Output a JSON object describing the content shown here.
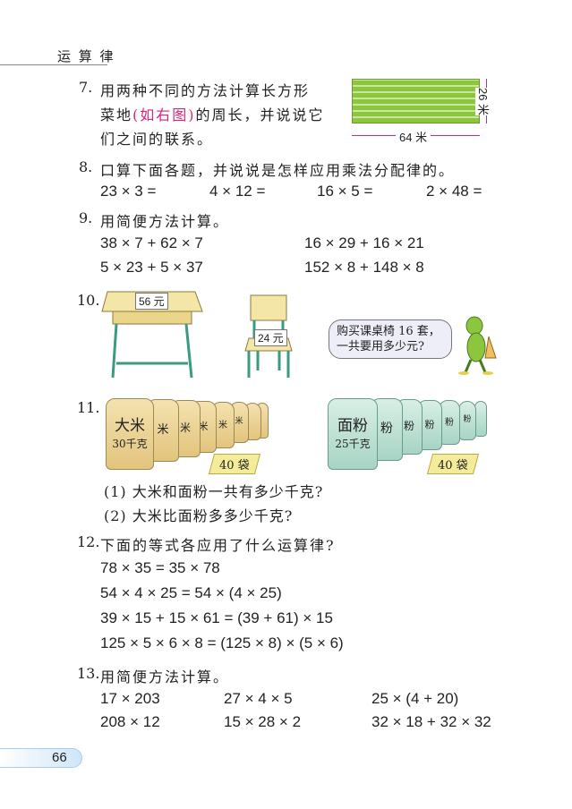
{
  "header": {
    "title": "运 算 律"
  },
  "p7": {
    "num": "7.",
    "line1": "用两种不同的方法计算长方形",
    "line2a": "菜地",
    "line2b": "(如右图)",
    "line2c": "的周长，并说说它",
    "line3": "们之间的联系。",
    "width_label": "64 米",
    "height_label": "26 米"
  },
  "p8": {
    "num": "8.",
    "text": "口算下面各题，并说说是怎样应用乘法分配律的。",
    "items": [
      "23 × 3 =",
      "4 × 12 =",
      "16 × 5 =",
      "2 × 48 ="
    ]
  },
  "p9": {
    "num": "9.",
    "text": "用简便方法计算。",
    "items": [
      "38 × 7 + 62 × 7",
      "16 × 29 + 16 × 21",
      "5 × 23 + 5 × 37",
      "152 × 8 + 148 × 8"
    ]
  },
  "p10": {
    "num": "10.",
    "desk_price": "56 元",
    "chair_price": "24 元",
    "bubble_line1": "购买课桌椅 16 套，",
    "bubble_line2": "一共要用多少元?"
  },
  "p11": {
    "num": "11.",
    "rice_name": "大米",
    "rice_weight": "30千克",
    "rice_bag_text": "米",
    "rice_count": "40 袋",
    "flour_name": "面粉",
    "flour_weight": "25千克",
    "flour_bag_text": "粉",
    "flour_count": "40 袋",
    "q1": "(1) 大米和面粉一共有多少千克?",
    "q2": "(2) 大米比面粉多多少千克?"
  },
  "p12": {
    "num": "12.",
    "text": "下面的等式各应用了什么运算律?",
    "items": [
      "78 × 35 = 35 × 78",
      "54 × 4 × 25 = 54 × (4 × 25)",
      "39 × 15 + 15 × 61 = (39 + 61) × 15",
      "125 × 5 × 6 × 8 = (125 × 8) × (5 × 6)"
    ]
  },
  "p13": {
    "num": "13.",
    "text": "用简便方法计算。",
    "items": [
      "17 × 203",
      "27 × 4 × 5",
      "25 × (4 + 20)",
      "208 × 12",
      "15 × 28 × 2",
      "32 × 18 + 32 × 32"
    ]
  },
  "footer": {
    "page_number": "66"
  },
  "colors": {
    "accent_pink": "#d6257a",
    "field_green": "#8cc63f",
    "page_tab_blue": "#cfe6f7"
  }
}
